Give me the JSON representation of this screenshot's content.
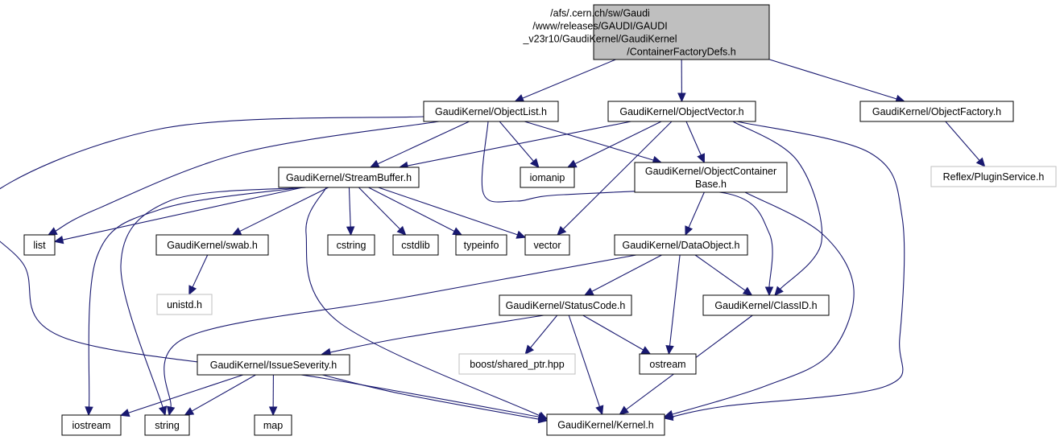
{
  "diagram": {
    "type": "include-dependency-graph",
    "colors": {
      "edge": "#191970",
      "root_fill": "#bfbfbf",
      "node_border": "#000000",
      "external_border": "#bfbfbf"
    },
    "nodes": [
      {
        "id": "root",
        "lines": [
          "/afs/.cern.ch/sw/Gaudi",
          "/www/releases/GAUDI/GAUDI",
          "_v23r10/GaudiKernel/GaudiKernel",
          "/ContainerFactoryDefs.h"
        ],
        "kind": "root"
      },
      {
        "id": "objectlist",
        "lines": [
          "GaudiKernel/ObjectList.h"
        ],
        "kind": "normal"
      },
      {
        "id": "objectvector",
        "lines": [
          "GaudiKernel/ObjectVector.h"
        ],
        "kind": "normal"
      },
      {
        "id": "objectfactory",
        "lines": [
          "GaudiKernel/ObjectFactory.h"
        ],
        "kind": "normal"
      },
      {
        "id": "pluginservice",
        "lines": [
          "Reflex/PluginService.h"
        ],
        "kind": "external"
      },
      {
        "id": "streambuffer",
        "lines": [
          "GaudiKernel/StreamBuffer.h"
        ],
        "kind": "normal"
      },
      {
        "id": "iomanip",
        "lines": [
          "iomanip"
        ],
        "kind": "normal"
      },
      {
        "id": "objcontbase",
        "lines": [
          "GaudiKernel/ObjectContainer",
          "Base.h"
        ],
        "kind": "normal"
      },
      {
        "id": "list",
        "lines": [
          "list"
        ],
        "kind": "normal"
      },
      {
        "id": "swab",
        "lines": [
          "GaudiKernel/swab.h"
        ],
        "kind": "normal"
      },
      {
        "id": "cstring",
        "lines": [
          "cstring"
        ],
        "kind": "normal"
      },
      {
        "id": "cstdlib",
        "lines": [
          "cstdlib"
        ],
        "kind": "normal"
      },
      {
        "id": "typeinfo",
        "lines": [
          "typeinfo"
        ],
        "kind": "normal"
      },
      {
        "id": "vector",
        "lines": [
          "vector"
        ],
        "kind": "normal"
      },
      {
        "id": "dataobject",
        "lines": [
          "GaudiKernel/DataObject.h"
        ],
        "kind": "normal"
      },
      {
        "id": "unistd",
        "lines": [
          "unistd.h"
        ],
        "kind": "external"
      },
      {
        "id": "statuscode",
        "lines": [
          "GaudiKernel/StatusCode.h"
        ],
        "kind": "normal"
      },
      {
        "id": "classid",
        "lines": [
          "GaudiKernel/ClassID.h"
        ],
        "kind": "normal"
      },
      {
        "id": "issueseverity",
        "lines": [
          "GaudiKernel/IssueSeverity.h"
        ],
        "kind": "normal"
      },
      {
        "id": "sharedptr",
        "lines": [
          "boost/shared_ptr.hpp"
        ],
        "kind": "external"
      },
      {
        "id": "ostream",
        "lines": [
          "ostream"
        ],
        "kind": "normal"
      },
      {
        "id": "iostream",
        "lines": [
          "iostream"
        ],
        "kind": "normal"
      },
      {
        "id": "string",
        "lines": [
          "string"
        ],
        "kind": "normal"
      },
      {
        "id": "map",
        "lines": [
          "map"
        ],
        "kind": "normal"
      },
      {
        "id": "kernel",
        "lines": [
          "GaudiKernel/Kernel.h"
        ],
        "kind": "normal"
      }
    ],
    "edges": [
      [
        "root",
        "objectlist"
      ],
      [
        "root",
        "objectvector"
      ],
      [
        "root",
        "objectfactory"
      ],
      [
        "objectfactory",
        "pluginservice"
      ],
      [
        "objectlist",
        "streambuffer"
      ],
      [
        "objectlist",
        "iomanip"
      ],
      [
        "objectlist",
        "objcontbase"
      ],
      [
        "objectlist",
        "list"
      ],
      [
        "objectlist",
        "kernel"
      ],
      [
        "objectlist",
        "classid"
      ],
      [
        "objectvector",
        "streambuffer"
      ],
      [
        "objectvector",
        "iomanip"
      ],
      [
        "objectvector",
        "objcontbase"
      ],
      [
        "objectvector",
        "vector"
      ],
      [
        "objectvector",
        "classid"
      ],
      [
        "objectvector",
        "kernel"
      ],
      [
        "streambuffer",
        "list"
      ],
      [
        "streambuffer",
        "swab"
      ],
      [
        "streambuffer",
        "cstring"
      ],
      [
        "streambuffer",
        "cstdlib"
      ],
      [
        "streambuffer",
        "typeinfo"
      ],
      [
        "streambuffer",
        "vector"
      ],
      [
        "streambuffer",
        "iostream"
      ],
      [
        "streambuffer",
        "string"
      ],
      [
        "streambuffer",
        "kernel"
      ],
      [
        "swab",
        "unistd"
      ],
      [
        "objcontbase",
        "dataobject"
      ],
      [
        "objcontbase",
        "kernel"
      ],
      [
        "dataobject",
        "statuscode"
      ],
      [
        "dataobject",
        "classid"
      ],
      [
        "dataobject",
        "ostream"
      ],
      [
        "dataobject",
        "string"
      ],
      [
        "statuscode",
        "issueseverity"
      ],
      [
        "statuscode",
        "sharedptr"
      ],
      [
        "statuscode",
        "ostream"
      ],
      [
        "statuscode",
        "kernel"
      ],
      [
        "classid",
        "kernel"
      ],
      [
        "issueseverity",
        "iostream"
      ],
      [
        "issueseverity",
        "string"
      ],
      [
        "issueseverity",
        "map"
      ],
      [
        "issueseverity",
        "kernel"
      ]
    ]
  }
}
